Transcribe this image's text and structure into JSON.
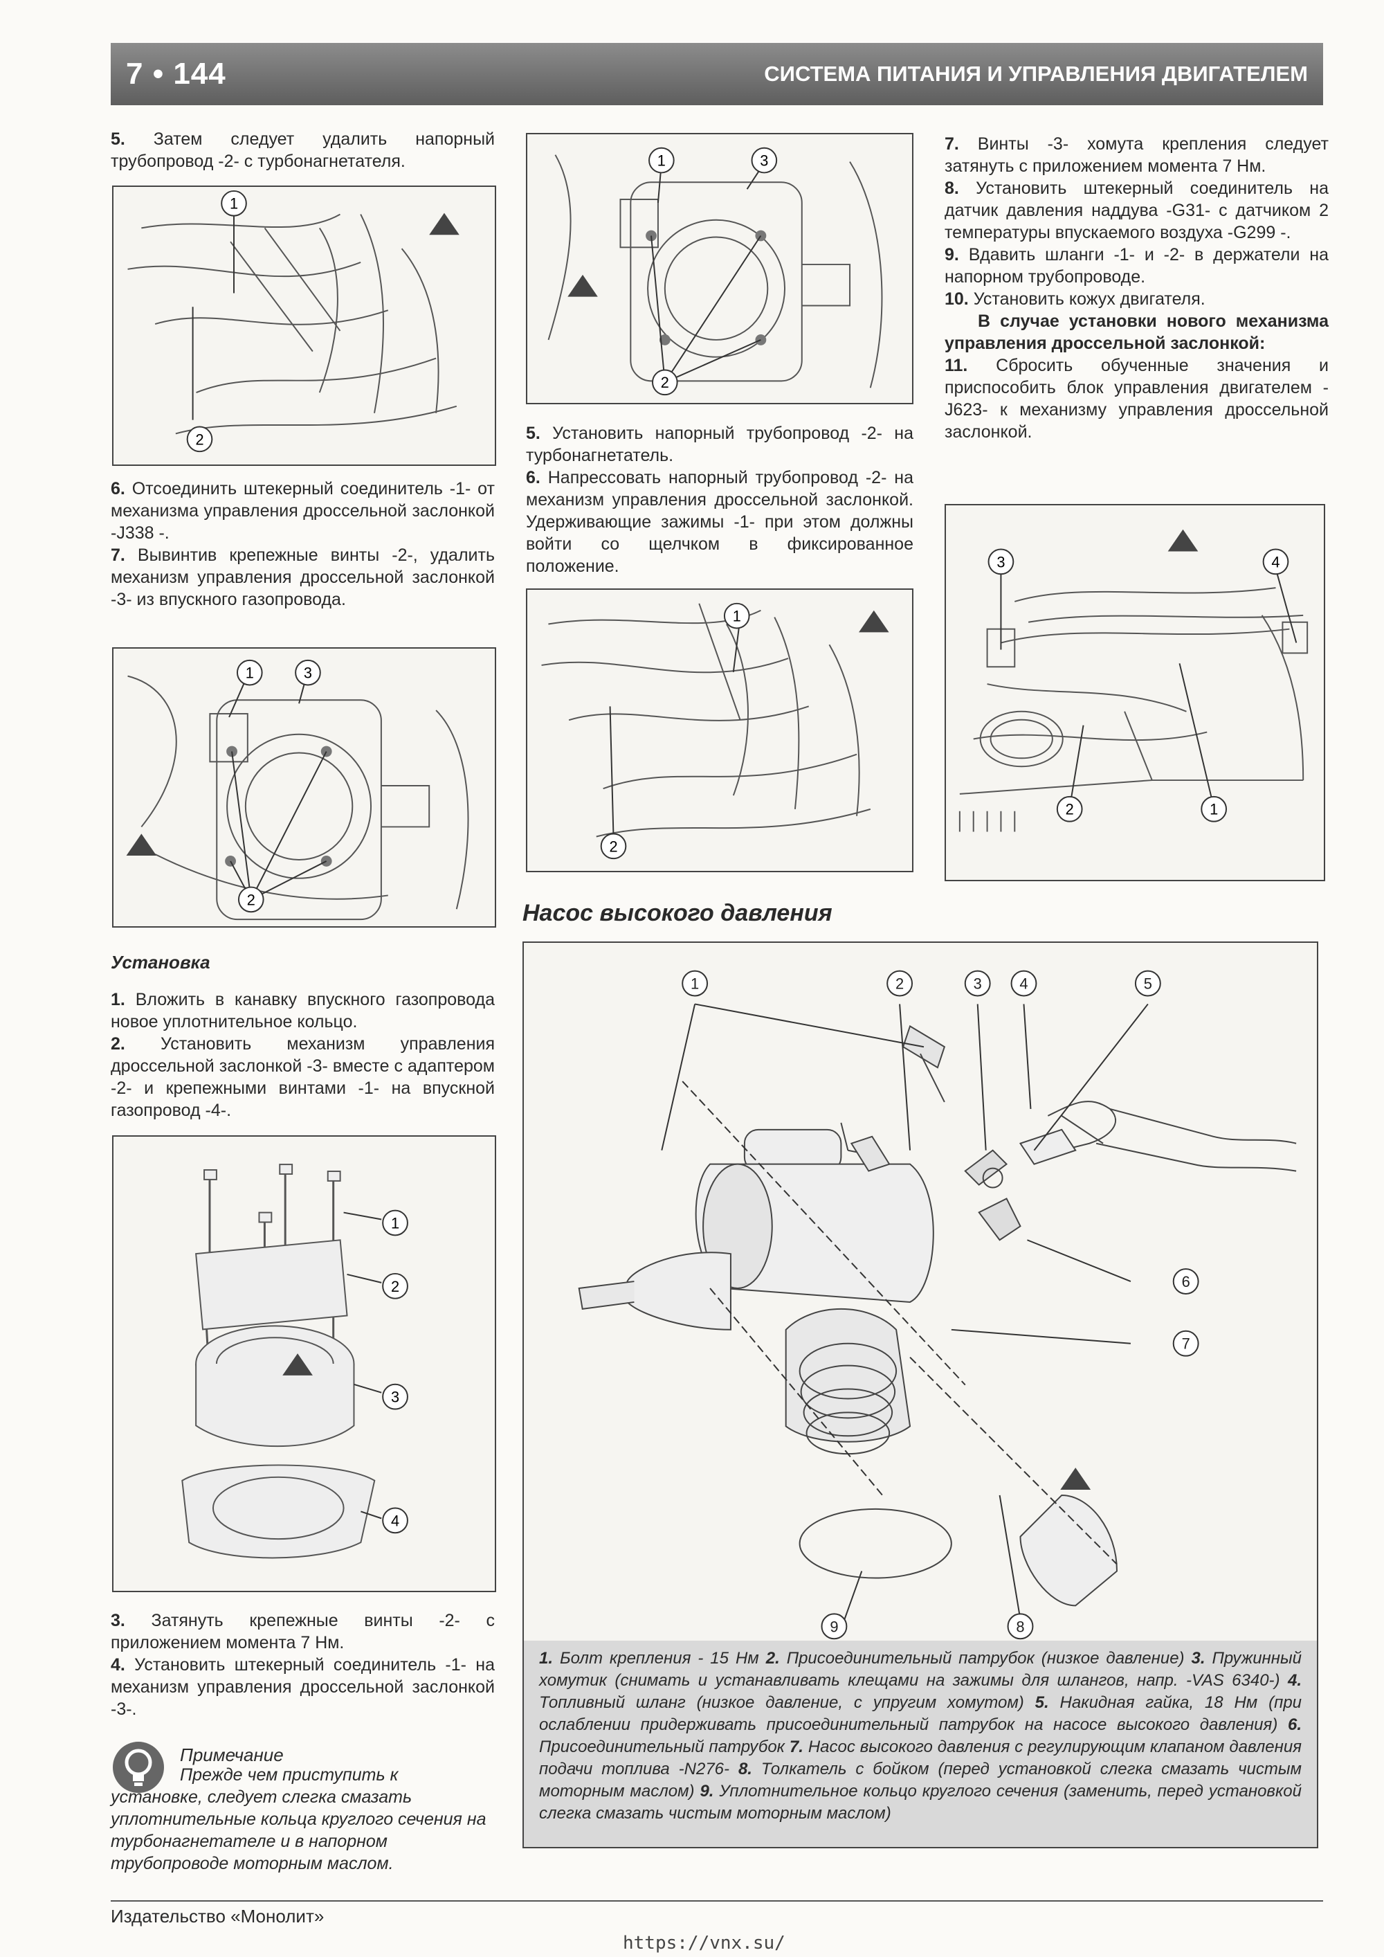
{
  "header": {
    "page_number": "7 • 144",
    "chapter_title": "СИСТЕМА ПИТАНИЯ И УПРАВЛЕНИЯ ДВИГАТЕЛЕМ"
  },
  "col1": {
    "step5": {
      "num": "5.",
      "text": "Затем следует удалить напорный трубопровод -2- с турбонагнетателя."
    },
    "step6": {
      "num": "6.",
      "text": "Отсоединить штекерный соединитель -1- от механизма управления дроссельной заслонкой -J338 -."
    },
    "step7": {
      "num": "7.",
      "text": "Вывинтив крепежные винты -2-, удалить механизм управления дроссельной заслонкой -3- из впускного газопровода."
    },
    "install_heading": "Установка",
    "i1": {
      "num": "1.",
      "text": "Вложить в канавку впускного газопровода новое уплотнительное кольцо."
    },
    "i2": {
      "num": "2.",
      "text": "Установить механизм управления дроссельной заслонкой -3- вместе с адаптером -2- и крепежными винтами -1- на впускной газопровод -4-."
    },
    "i3": {
      "num": "3.",
      "text": "Затянуть крепежные винты -2- с приложением момента 7 Нм."
    },
    "i4": {
      "num": "4.",
      "text": "Установить штекерный соединитель -1- на механизм управления дроссельной заслонкой -3-."
    },
    "note_title": "Примечание",
    "note_text": "Прежде чем приступить к установке, следует слегка смазать уплотнительные кольца круглого сечения на турбонагнетателе и в напорном трубопроводе моторным маслом."
  },
  "col2": {
    "s5": {
      "num": "5.",
      "text": "Установить напорный трубопровод -2- на турбонагнетатель."
    },
    "s6": {
      "num": "6.",
      "text": "Напрессовать напорный трубопровод -2- на механизм управления дроссельной заслонкой. Удерживающие зажимы -1- при этом должны войти со щелчком в фиксированное положение."
    }
  },
  "col3": {
    "s7": {
      "num": "7.",
      "text": "Винты -3- хомута крепления следует затянуть с приложением момента 7 Нм."
    },
    "s8": {
      "num": "8.",
      "text": "Установить штекерный соединитель на датчик давления наддува -G31- с датчиком 2 температуры впускаемого воздуха -G299 -."
    },
    "s9": {
      "num": "9.",
      "text": "Вдавить шланги -1- и -2- в держатели на напорном трубопроводе."
    },
    "s10": {
      "num": "10.",
      "text": "Установить кожух двигателя."
    },
    "bold_heading": "В случае установки нового механизма управления дроссельной заслонкой:",
    "s11": {
      "num": "11.",
      "text": "Сбросить обученные значения и приспособить блок управления двигателем -J623- к механизму управления дроссельной заслонкой."
    }
  },
  "pump": {
    "section_title": "Насос высокого давления",
    "labels": [
      "1",
      "2",
      "3",
      "4",
      "5",
      "6",
      "7",
      "8",
      "9"
    ],
    "caption": [
      {
        "b": "1.",
        "t": " Болт крепления - 15 Нм "
      },
      {
        "b": "2.",
        "t": " Присоединительный патрубок (низкое давление) "
      },
      {
        "b": "3.",
        "t": " Пружинный хомутик (снимать и устанавливать клещами на зажимы для шлангов, напр. -VAS 6340-) "
      },
      {
        "b": "4.",
        "t": " Топливный шланг (низкое давление, с упругим хомутом) "
      },
      {
        "b": "5.",
        "t": " Накидная гайка, 18 Нм (при ослаблении придерживать присоединительный патрубок на насосе высокого давления) "
      },
      {
        "b": "6.",
        "t": " Присоединительный патрубок "
      },
      {
        "b": "7.",
        "t": " Насос высокого давления с регулирующим клапаном давления подачи топлива -N276- "
      },
      {
        "b": "8.",
        "t": " Толкатель с бойком (перед установкой слегка смазать чистым моторным маслом) "
      },
      {
        "b": "9.",
        "t": " Уплотнительное кольцо круглого сечения (заменить, перед установкой слегка смазать чистым моторным маслом)"
      }
    ]
  },
  "figures": {
    "fig1_labels": [
      "1",
      "2"
    ],
    "fig2_labels": [
      "1",
      "3",
      "2"
    ],
    "fig3_labels": [
      "1",
      "3",
      "2"
    ],
    "fig4_labels": [
      "1",
      "2"
    ],
    "fig5_labels": [
      "3",
      "4",
      "2",
      "1"
    ],
    "fig6_labels": [
      "1",
      "2",
      "3",
      "4"
    ]
  },
  "footer": {
    "publisher": "Издательство «Монолит»",
    "url": "https://vnx.su/"
  }
}
